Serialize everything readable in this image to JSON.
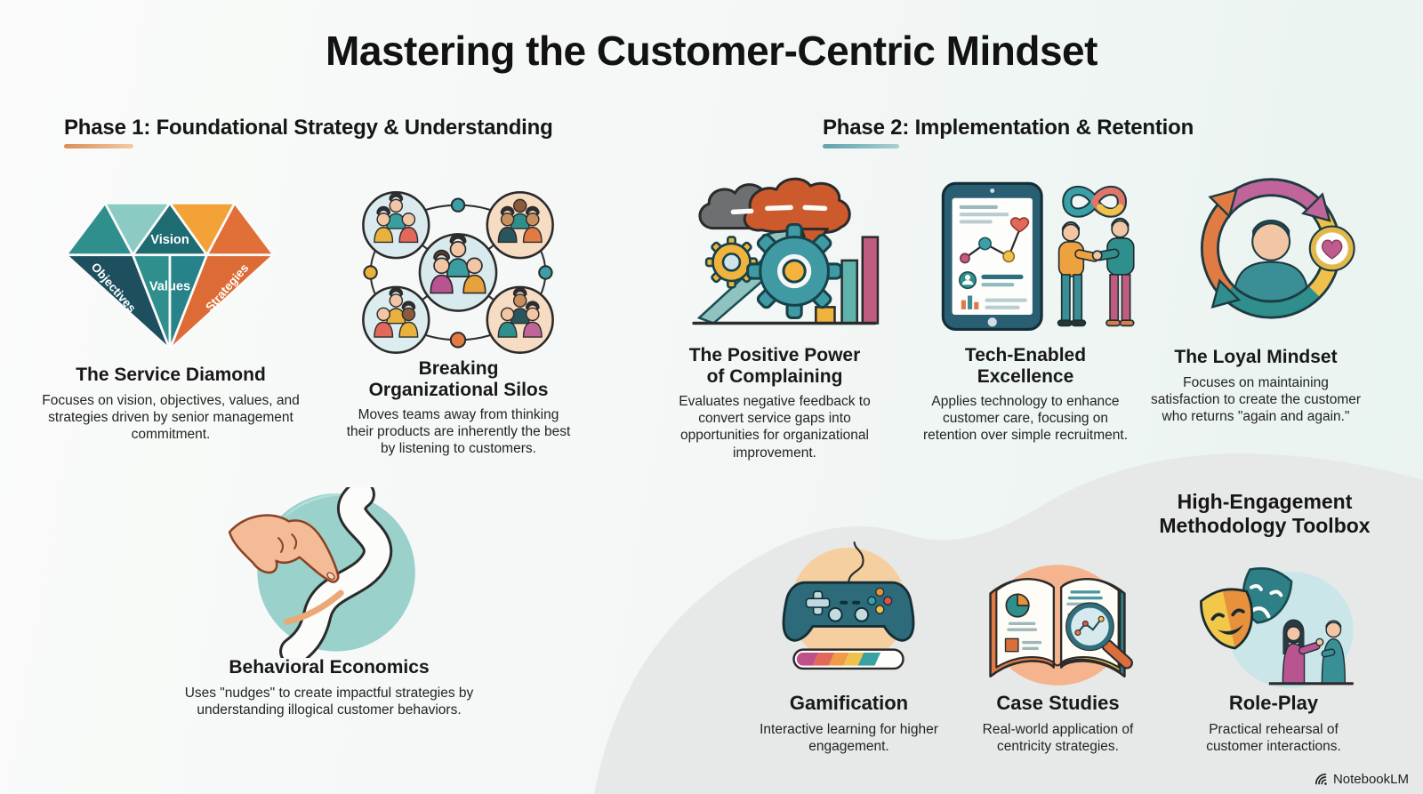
{
  "title": "Mastering the Customer-Centric Mindset",
  "phases": [
    {
      "heading": "Phase 1: Foundational Strategy & Understanding",
      "underline_color": "#D98E57",
      "cards": [
        {
          "title": "The Service Diamond",
          "description": "Focuses on vision, objectives, values, and strategies driven by senior management commitment.",
          "icon": "service-diamond",
          "labels": [
            "Vision",
            "Objectives",
            "Values",
            "Strategies"
          ]
        },
        {
          "title": "Breaking Organizational Silos",
          "description": "Moves teams away from thinking their products are inherently the best by listening to customers.",
          "icon": "connected-teams-network"
        },
        {
          "title": "Behavioral Economics",
          "description": "Uses \"nudges\" to create impactful strategies by understanding illogical customer behaviors.",
          "icon": "nudge-hand-path"
        }
      ]
    },
    {
      "heading": "Phase 2: Implementation & Retention",
      "underline_color": "#5FA3AC",
      "cards": [
        {
          "title": "The Positive Power of Complaining",
          "description": "Evaluates negative feedback to convert service gaps into opportunities for organizational improvement.",
          "icon": "feedback-cloud-gears-chart"
        },
        {
          "title": "Tech-Enabled Excellence",
          "description": "Applies technology to enhance customer care, focusing on retention over simple recruitment.",
          "icon": "tablet-handshake-infinity"
        },
        {
          "title": "The Loyal Mindset",
          "description": "Focuses on maintaining satisfaction to create the customer who returns \"again and again.\"",
          "icon": "loyalty-cycle-person"
        }
      ]
    }
  ],
  "toolbox": {
    "heading": "High-Engagement Methodology Toolbox",
    "cards": [
      {
        "title": "Gamification",
        "description": "Interactive learning for higher engagement.",
        "icon": "game-controller-progress"
      },
      {
        "title": "Case Studies",
        "description": "Real-world application of centricity strategies.",
        "icon": "open-book-magnifier"
      },
      {
        "title": "Role-Play",
        "description": "Practical rehearsal of customer interactions.",
        "icon": "theater-masks-conversation"
      }
    ]
  },
  "watermark": "NotebookLM",
  "colors": {
    "teal": "#2F8F8D",
    "dark_teal": "#1F6B72",
    "navy_teal": "#1D4F5E",
    "light_teal": "#8CCAC4",
    "orange": "#F2A237",
    "dark_orange": "#E06F38",
    "magenta": "#C0659A",
    "yellow": "#F0C14B",
    "coral": "#E2695A",
    "wave_grey": "#E7E9E8",
    "background": "#F3F7F5"
  }
}
